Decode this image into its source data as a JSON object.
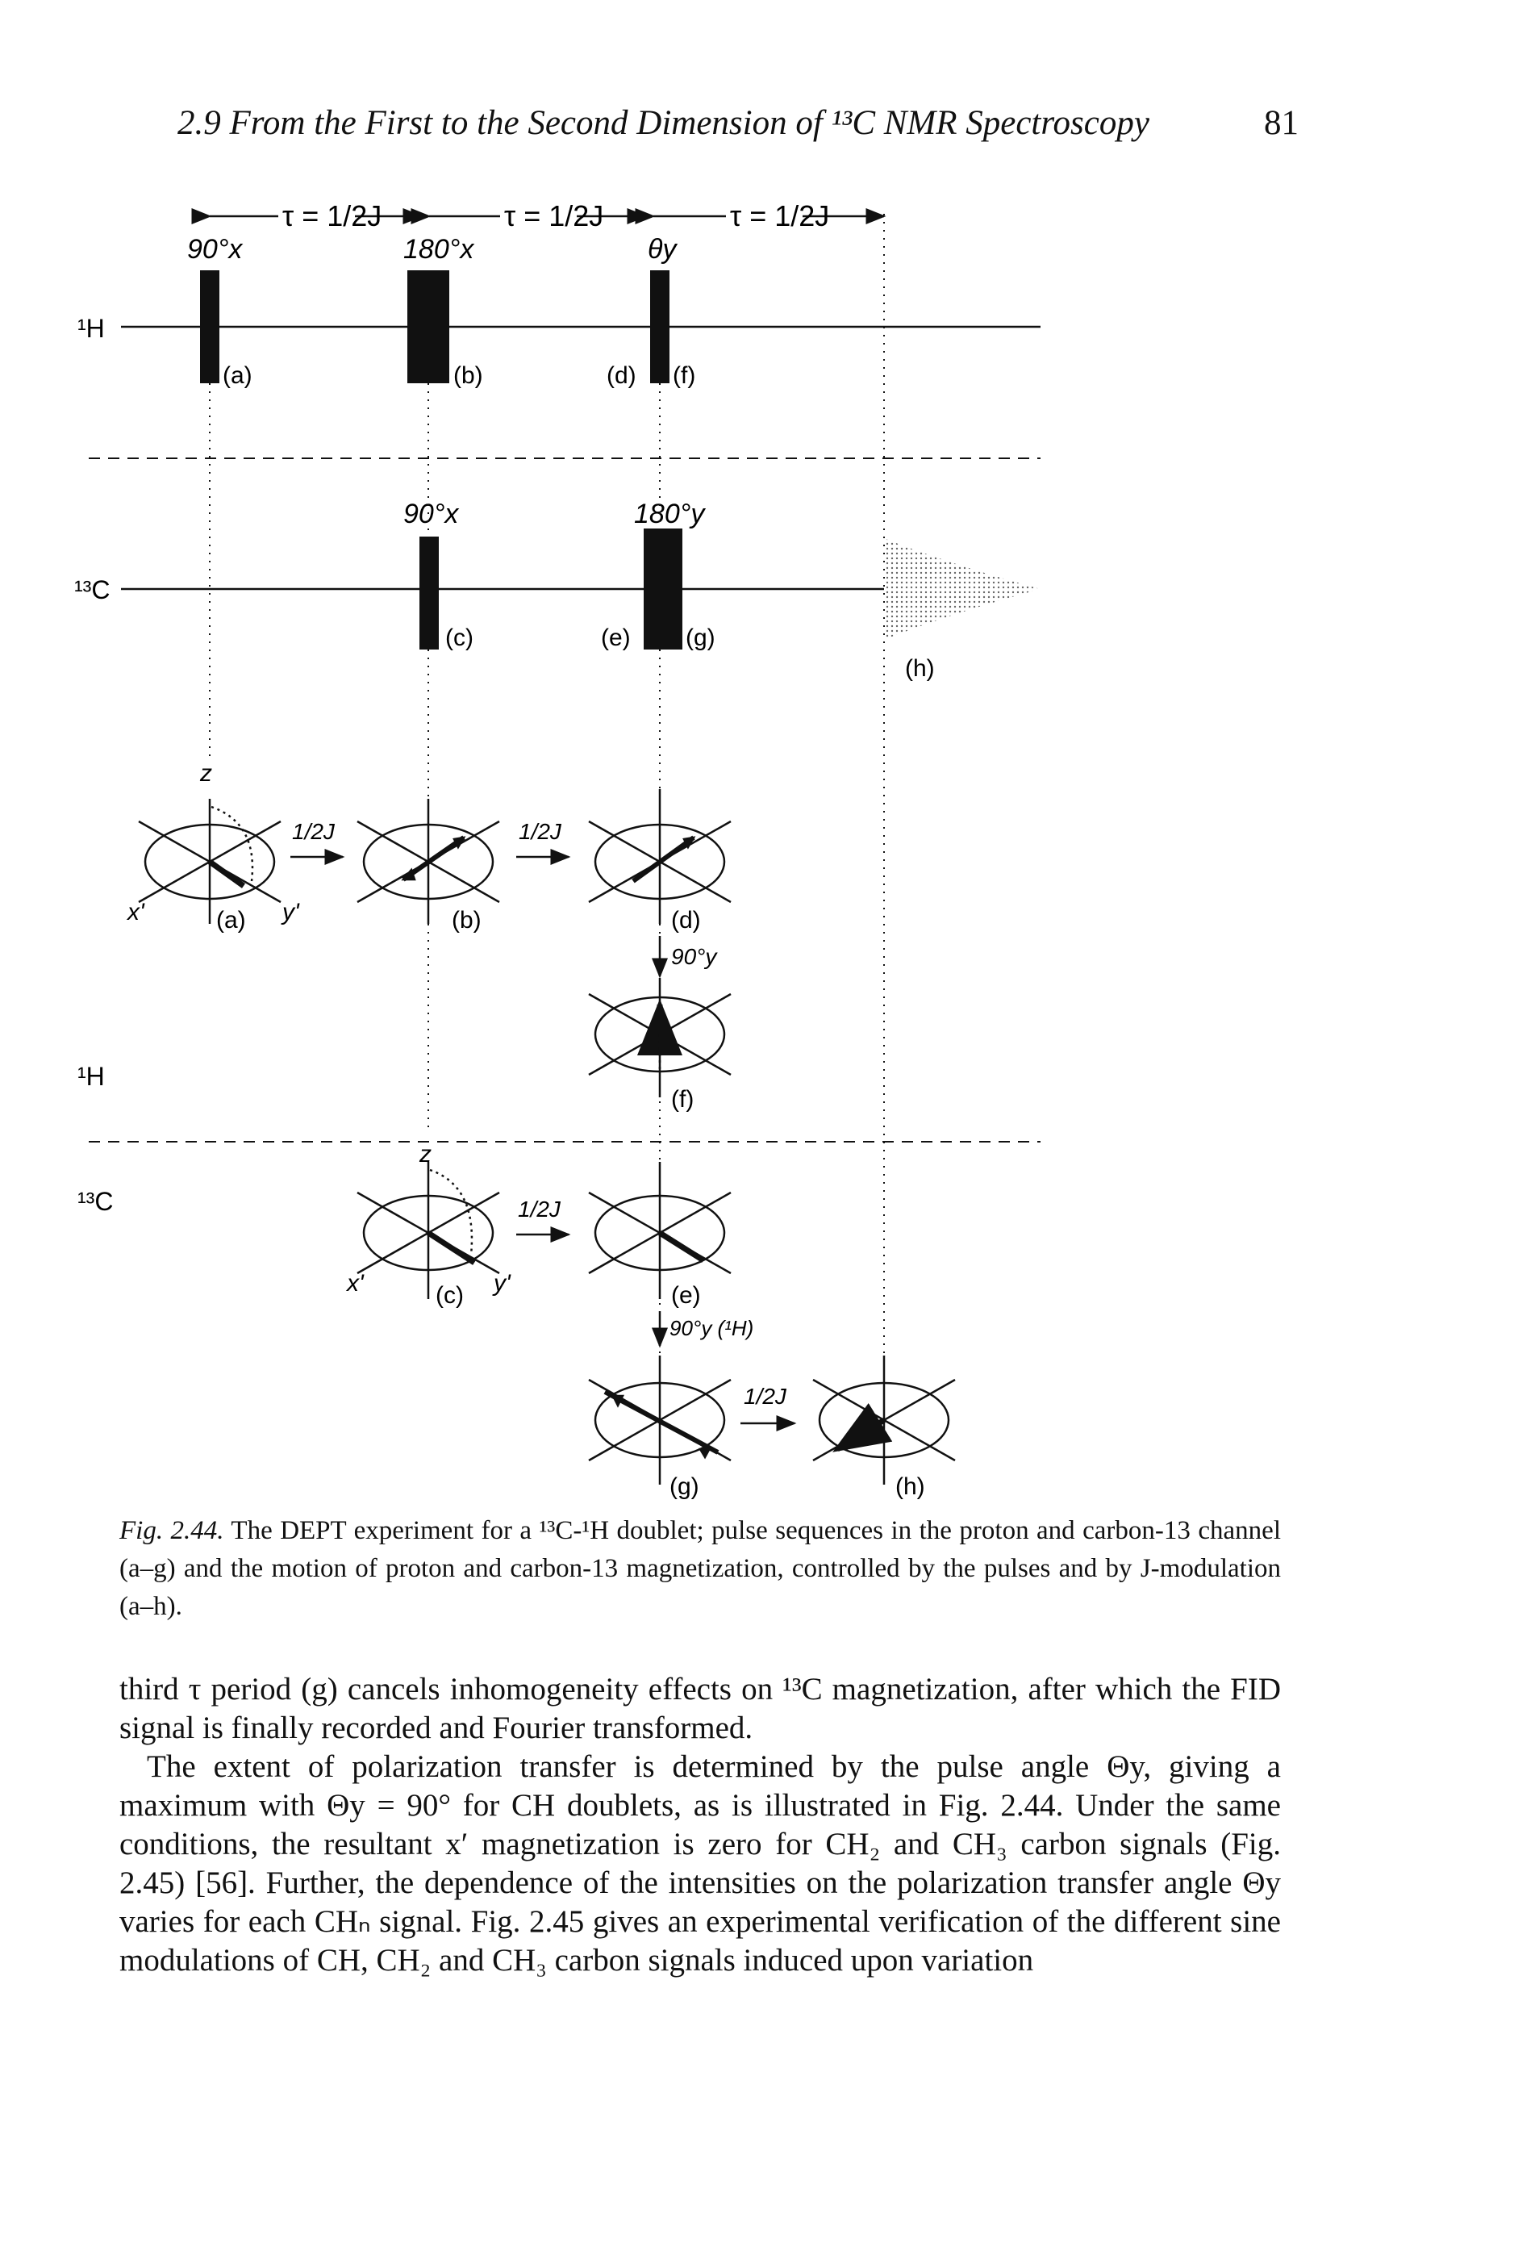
{
  "header": {
    "running_title": "2.9 From the First to the Second Dimension of ¹³C NMR Spectroscopy",
    "page_number": "81"
  },
  "figure": {
    "tau_label": "τ = 1/2J",
    "pulses_1h": [
      {
        "angle": "90°x",
        "labels": [
          "(a)"
        ]
      },
      {
        "angle": "180°x",
        "labels": [
          "(b)"
        ]
      },
      {
        "angle": "θy",
        "labels": [
          "(d)",
          "(f)"
        ]
      }
    ],
    "pulses_13c": [
      {
        "angle": "90°x",
        "labels": [
          "(c)"
        ]
      },
      {
        "angle": "180°y",
        "labels": [
          "(e)",
          "(g)"
        ]
      }
    ],
    "fid_label": "(h)",
    "channel_1h": "¹H",
    "channel_13c": "¹³C",
    "axis_z": "z",
    "axis_x": "x'",
    "axis_y": "y'",
    "evolution": "1/2J",
    "rotation_90y": "90°y",
    "rotation_90y_1h": "90°y (¹H)",
    "vector_labels": [
      "(a)",
      "(b)",
      "(d)",
      "(f)",
      "(c)",
      "(e)",
      "(g)",
      "(h)"
    ]
  },
  "caption": {
    "label": "Fig. 2.44.",
    "text": "The DEPT experiment for a ¹³C-¹H doublet; pulse sequences in the proton and carbon-13 channel (a–g) and the motion of proton and carbon-13 magnetization, controlled by the pulses and by J-modulation (a–h)."
  },
  "body": [
    "third τ period (g) cancels inhomogeneity effects on ¹³C magnetization, after which the FID signal is finally recorded and Fourier transformed.",
    "The extent of polarization transfer is determined by the pulse angle Θy, giving a maximum with Θy = 90° for CH doublets, as is illustrated in Fig. 2.44. Under the same conditions, the resultant x′ magnetization is zero for CH₂ and CH₃ carbon signals (Fig. 2.45) [56]. Further, the dependence of the intensities on the polarization transfer angle Θy varies for each CHₙ signal. Fig. 2.45 gives an experimental verification of the different sine modulations of CH, CH₂ and CH₃ carbon signals induced upon variation"
  ]
}
